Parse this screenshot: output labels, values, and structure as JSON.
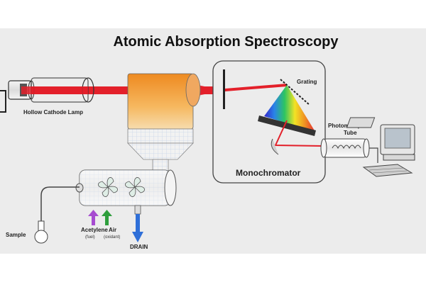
{
  "title": "Atomic Absorption Spectroscopy",
  "labels": {
    "lamp": "Hollow Cathode Lamp",
    "grating": "Grating",
    "monochromator": "Monochromator",
    "photomultiplier_line1": "Photomultiplier",
    "photomultiplier_line2": "Tube",
    "sample": "Sample",
    "acetylene": "Acetylene",
    "acetylene_note": "(fuel)",
    "air": "Air",
    "air_note": "(oxidant)",
    "drain": "DRAIN"
  },
  "colors": {
    "background": "#ececec",
    "beam": "#e3202a",
    "flame_top": "#f0a030",
    "flame_bottom": "#f6d49a",
    "arrow_acetylene": "#a64bd0",
    "arrow_air": "#2e9e3c",
    "arrow_drain": "#2f6fd8"
  },
  "icons": [
    "fan-icon",
    "computer-icon",
    "lamp-icon",
    "flask-icon"
  ]
}
